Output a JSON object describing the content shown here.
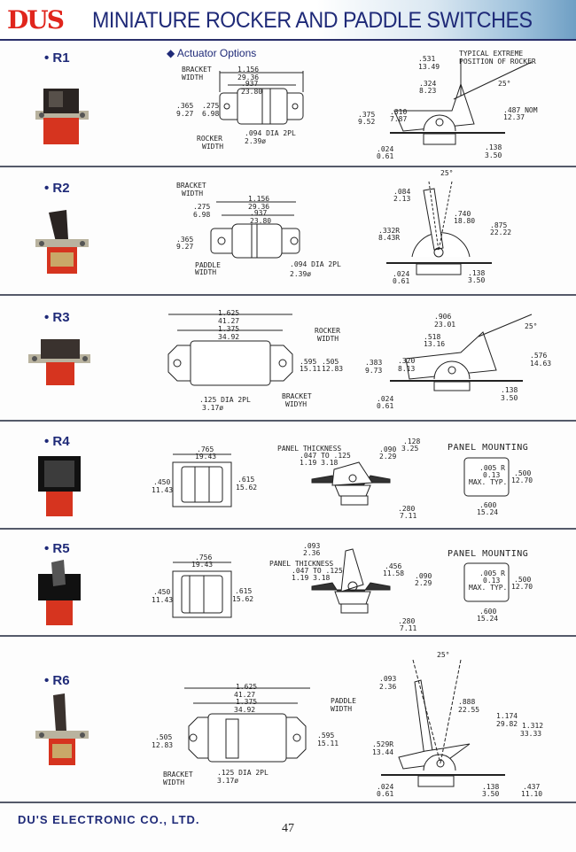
{
  "header": {
    "logo": "DUS",
    "title": "MINIATURE ROCKER AND PADDLE SWITCHES"
  },
  "actuator_options": "◆ Actuator Options",
  "r1": {
    "label": "• R1",
    "bracket": [
      "BRACKET",
      "WIDTH"
    ],
    "w1": [
      "1.156",
      "29.36"
    ],
    "w2": [
      ".937",
      "23.80"
    ],
    "h1": [
      ".365",
      "9.27"
    ],
    "h2": [
      ".275",
      "6.98"
    ],
    "hole": [
      ".094 DIA 2PL",
      "2.39ø"
    ],
    "rocker": [
      "ROCKER",
      "WIDTH"
    ],
    "s1": [
      ".531",
      "13.49"
    ],
    "note": [
      "TYPICAL EXTREME",
      "POSITION OF ROCKER"
    ],
    "s2": [
      ".324",
      "8.23"
    ],
    "angle": "25°",
    "s3": [
      ".487 NOM",
      "12.37"
    ],
    "s4": [
      ".375",
      "9.52"
    ],
    "s5": [
      ".310",
      "7.87"
    ],
    "s6": [
      ".024",
      "0.61"
    ],
    "s7": [
      ".138",
      "3.50"
    ]
  },
  "r2": {
    "label": "• R2",
    "bracket": [
      "BRACKET",
      "WIDTH"
    ],
    "h2": [
      ".275",
      "6.98"
    ],
    "w1": [
      "1.156",
      "29.36"
    ],
    "w2": [
      ".937",
      "23.80"
    ],
    "h1": [
      ".365",
      "9.27"
    ],
    "paddle": [
      "PADDLE",
      "WIDTH"
    ],
    "hole": [
      ".094 DIA 2PL",
      "2.39ø"
    ],
    "angle": "25°",
    "s1": [
      ".084",
      "2.13"
    ],
    "s2": [
      ".740",
      "18.80"
    ],
    "s3": [
      ".875",
      "22.22"
    ],
    "s4": [
      ".332R",
      "8.43R"
    ],
    "s5": [
      ".024",
      "0.61"
    ],
    "s6": [
      ".138",
      "3.50"
    ]
  },
  "r3": {
    "label": "• R3",
    "w1": [
      "1.625",
      "41.27"
    ],
    "w2": [
      "1.375",
      "34.92"
    ],
    "rocker": [
      "ROCKER",
      "WIDTH"
    ],
    "h1": [
      ".595",
      "15.11"
    ],
    "h2": [
      ".505",
      "12.83"
    ],
    "hole": [
      ".125 DIA 2PL",
      "3.17ø"
    ],
    "bracket": [
      "BRACKET",
      "WIDYH"
    ],
    "s1": [
      ".906",
      "23.01"
    ],
    "s2": [
      ".518",
      "13.16"
    ],
    "angle": "25°",
    "s3": [
      ".576",
      "14.63"
    ],
    "s4": [
      ".383",
      "9.73"
    ],
    "s5": [
      ".320",
      "8.13"
    ],
    "s6": [
      ".024",
      "0.61"
    ],
    "s7": [
      ".138",
      "3.50"
    ]
  },
  "r4": {
    "label": "• R4",
    "w1": [
      ".765",
      "19.43"
    ],
    "h1": [
      ".450",
      "11.43"
    ],
    "h2": [
      ".615",
      "15.62"
    ],
    "panel": [
      "PANEL THICKNESS",
      ".047 TO .125",
      "1.19    3.18"
    ],
    "s1": [
      ".090",
      "2.29"
    ],
    "s2": [
      ".128",
      "3.25"
    ],
    "s3": [
      ".280",
      "7.11"
    ],
    "mount_title": "PANEL MOUNTING",
    "mount": [
      ".005 R",
      "0.13",
      "MAX. TYP."
    ],
    "m1": [
      ".500",
      "12.70"
    ],
    "m2": [
      ".600",
      "15.24"
    ]
  },
  "r5": {
    "label": "• R5",
    "w1": [
      ".756",
      "19.43"
    ],
    "h1": [
      ".450",
      "11.43"
    ],
    "h2": [
      ".615",
      "15.62"
    ],
    "s0": [
      ".093",
      "2.36"
    ],
    "panel": [
      "PANEL THICKNESS",
      ".047 TO .125",
      "1.19    3.18"
    ],
    "s1": [
      ".456",
      "11.58"
    ],
    "s2": [
      ".090",
      "2.29"
    ],
    "s3": [
      ".280",
      "7.11"
    ],
    "mount_title": "PANEL MOUNTING",
    "mount": [
      ".005 R",
      "0.13",
      "MAX. TYP."
    ],
    "m1": [
      ".500",
      "12.70"
    ],
    "m2": [
      ".600",
      "15.24"
    ]
  },
  "r6": {
    "label": "• R6",
    "w1": [
      "1.625",
      "41.27"
    ],
    "w2": [
      "1.375",
      "34.92"
    ],
    "paddle": [
      "PADDLE",
      "WIDTH"
    ],
    "h1": [
      ".505",
      "12.83"
    ],
    "h2": [
      ".595",
      "15.11"
    ],
    "bracket": [
      "BRACKET",
      "WIDTH"
    ],
    "hole": [
      ".125 DIA 2PL",
      "3.17ø"
    ],
    "angle": "25°",
    "s1": [
      ".093",
      "2.36"
    ],
    "s2": [
      ".888",
      "22.55"
    ],
    "s3": [
      "1.174",
      "29.82"
    ],
    "s4": [
      "1.312",
      "33.33"
    ],
    "s5": [
      ".529R",
      "13.44"
    ],
    "s6": [
      ".024",
      "0.61"
    ],
    "s7": [
      ".138",
      "3.50"
    ],
    "s8": [
      ".437",
      "11.10"
    ]
  },
  "footer": {
    "company": "DU'S ELECTRONIC CO., LTD.",
    "page": "47"
  },
  "colors": {
    "brand_red": "#e0251c",
    "title_blue": "#1f2a78",
    "switch_red": "#d6341f"
  }
}
